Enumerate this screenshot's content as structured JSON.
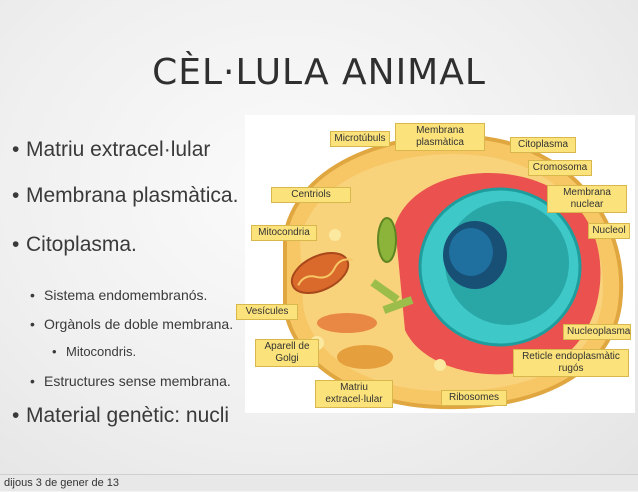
{
  "slide": {
    "title": "CÈL·LULA ANIMAL",
    "bullets": [
      {
        "text": "Matriu extracel·lular",
        "level": 1
      },
      {
        "text": "Membrana plasmàtica.",
        "level": 1
      },
      {
        "text": "Citoplasma.",
        "level": 1
      },
      {
        "text": "Sistema endomembranós.",
        "level": 2
      },
      {
        "text": "Orgànols de doble membrana.",
        "level": 2
      },
      {
        "text": "Mitocondris.",
        "level": 3
      },
      {
        "text": "Estructures sense membrana.",
        "level": 2
      },
      {
        "text": "Material genètic: nucli",
        "level": 1
      }
    ],
    "bullet_glyph": "•"
  },
  "figure_labels": {
    "membrana_plasmatica": "Membrana plasmàtica",
    "microtubuls": "Microtúbuls",
    "citoplasma": "Citoplasma",
    "cromosoma": "Cromosoma",
    "centriols": "Centriols",
    "membrana_nuclear": "Membrana nuclear",
    "mitocondria": "Mitocondria",
    "nucleol": "Nucleol",
    "vesicules": "Vesícules",
    "nucleoplasma": "Nucleoplasma",
    "aparell_golgi": "Aparell de Golgi",
    "reticle": "Reticle endoplasmàtic rugós",
    "matriu": "Matriu extracel·lular",
    "ribosomes": "Ribosomes"
  },
  "footer": {
    "date": "dijous 3 de gener de 13"
  },
  "colors": {
    "label_bg": "#fbe27a",
    "cell_fill": "#f7c766",
    "nucleus": "#3fc8c8",
    "er": "#e8434a"
  }
}
